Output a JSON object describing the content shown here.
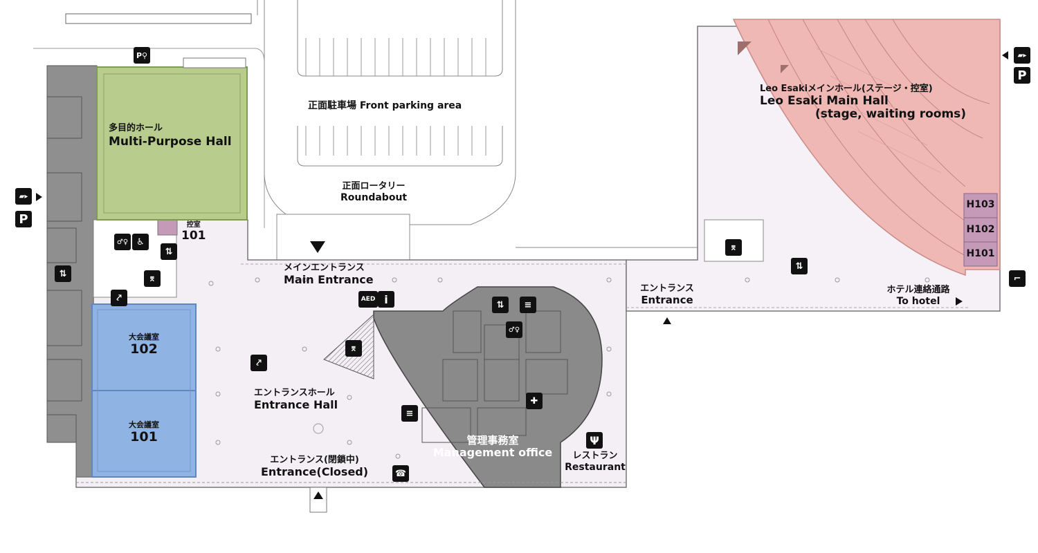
{
  "areas": {
    "front_parking": "正面駐車場 Front parking area",
    "roundabout_jp": "正面ロータリー",
    "roundabout_en": "Roundabout",
    "multi_purpose_jp": "多目的ホール",
    "multi_purpose_en": "Multi-Purpose Hall",
    "waiting_room_jp": "控室",
    "waiting_room_num": "101",
    "conf102_jp": "大会議室",
    "conf102_num": "102",
    "conf101_jp": "大会議室",
    "conf101_num": "101",
    "main_entrance_jp": "メインエントランス",
    "main_entrance_en": "Main Entrance",
    "entrance_hall_jp": "エントランスホール",
    "entrance_hall_en": "Entrance Hall",
    "entrance_closed_jp": "エントランス(閉鎖中)",
    "entrance_closed_en": "Entrance(Closed)",
    "management_jp": "管理事務室",
    "management_en": "Management office",
    "restaurant_jp": "レストラン",
    "restaurant_en": "Restaurant",
    "east_entrance_jp": "エントランス",
    "east_entrance_en": "Entrance",
    "to_hotel_jp": "ホテル連絡通路",
    "to_hotel_en": "To hotel",
    "main_hall_jp": "Leo Esakiメインホール(ステージ・控室)",
    "main_hall_en1": "Leo Esaki Main Hall",
    "main_hall_en2": "(stage, waiting rooms)",
    "rooms": [
      "H103",
      "H102",
      "H101"
    ]
  },
  "icons": {
    "parking_glyph": "P",
    "aed_glyph": "AED",
    "info_glyph": "i",
    "phone_glyph": "☎",
    "restaurant_glyph": "Ψ",
    "smoking_glyph": "⌐",
    "toilet_glyph": "♂♀",
    "wheelchair_glyph": "♿",
    "elevator_glyph": "⇅",
    "stairs_glyph": "⌆",
    "escalator_glyph": "⤤",
    "truck_glyph": "▰▸",
    "nursing_glyph": "✚",
    "bicycle_glyph": "P⚲",
    "doc_glyph": "≡"
  },
  "colors": {
    "multi_purpose": "#b8cc8e",
    "conference": "#8fb4e3",
    "main_hall": "#f0b8b5",
    "waiting_rooms": "#c49ab8",
    "office": "#8a8a8a",
    "west_wing": "#8f8f8f",
    "hall_floor": "#f4eef5"
  }
}
